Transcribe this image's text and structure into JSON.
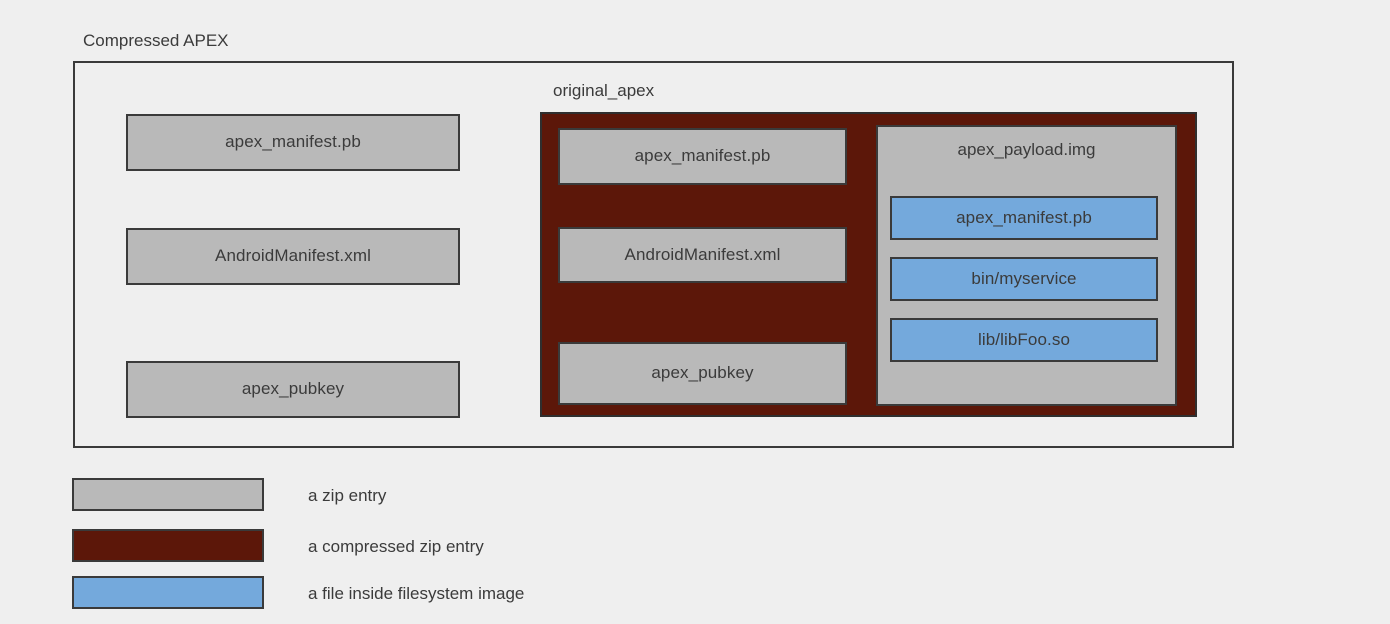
{
  "diagram": {
    "title": "Compressed APEX",
    "background_color": "#efefef",
    "outer_container": {
      "label": "Compressed APEX",
      "entries": [
        {
          "label": "apex_manifest.pb",
          "kind": "zip-entry"
        },
        {
          "label": "AndroidManifest.xml",
          "kind": "zip-entry"
        },
        {
          "label": "apex_pubkey",
          "kind": "zip-entry"
        }
      ]
    },
    "compressed_container": {
      "label": "original_apex",
      "kind": "compressed-zip-entry",
      "entries": [
        {
          "label": "apex_manifest.pb",
          "kind": "zip-entry"
        },
        {
          "label": "AndroidManifest.xml",
          "kind": "zip-entry"
        },
        {
          "label": "apex_pubkey",
          "kind": "zip-entry"
        }
      ],
      "payload": {
        "label": "apex_payload.img",
        "kind": "zip-entry",
        "files": [
          {
            "label": "apex_manifest.pb",
            "kind": "filesystem-file"
          },
          {
            "label": "bin/myservice",
            "kind": "filesystem-file"
          },
          {
            "label": "lib/libFoo.so",
            "kind": "filesystem-file"
          }
        ]
      }
    },
    "legend": {
      "items": [
        {
          "label": "a zip entry",
          "color": "#b9b9b9"
        },
        {
          "label": "a compressed zip entry",
          "color": "#5c1709"
        },
        {
          "label": "a file inside filesystem image",
          "color": "#74a9dc"
        }
      ]
    },
    "colors": {
      "zip_entry": "#b9b9b9",
      "compressed_zip_entry": "#5c1709",
      "filesystem_file": "#74a9dc",
      "stroke": "#3a3a3a",
      "text": "#3b3b3b",
      "background": "#efefef"
    }
  }
}
